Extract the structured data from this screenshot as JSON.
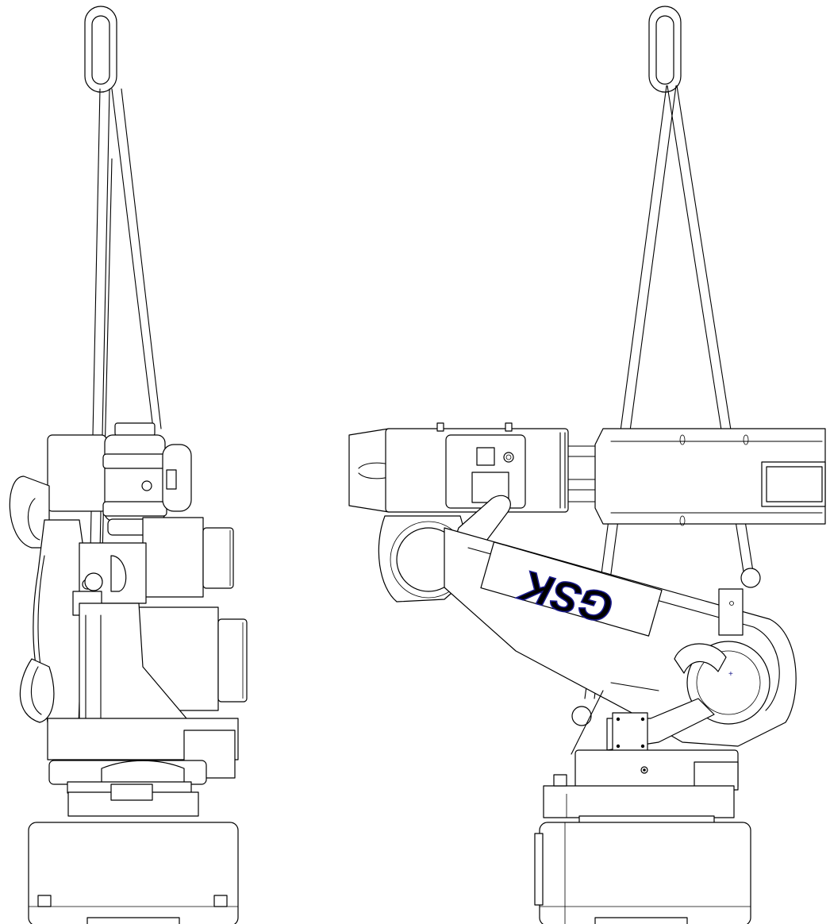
{
  "drawing": {
    "views": [
      "side-view",
      "front-view"
    ],
    "logo_text": "GSK",
    "line_color": "#000000",
    "logo_outline_color": "#1a1a8c",
    "background": "#ffffff"
  }
}
